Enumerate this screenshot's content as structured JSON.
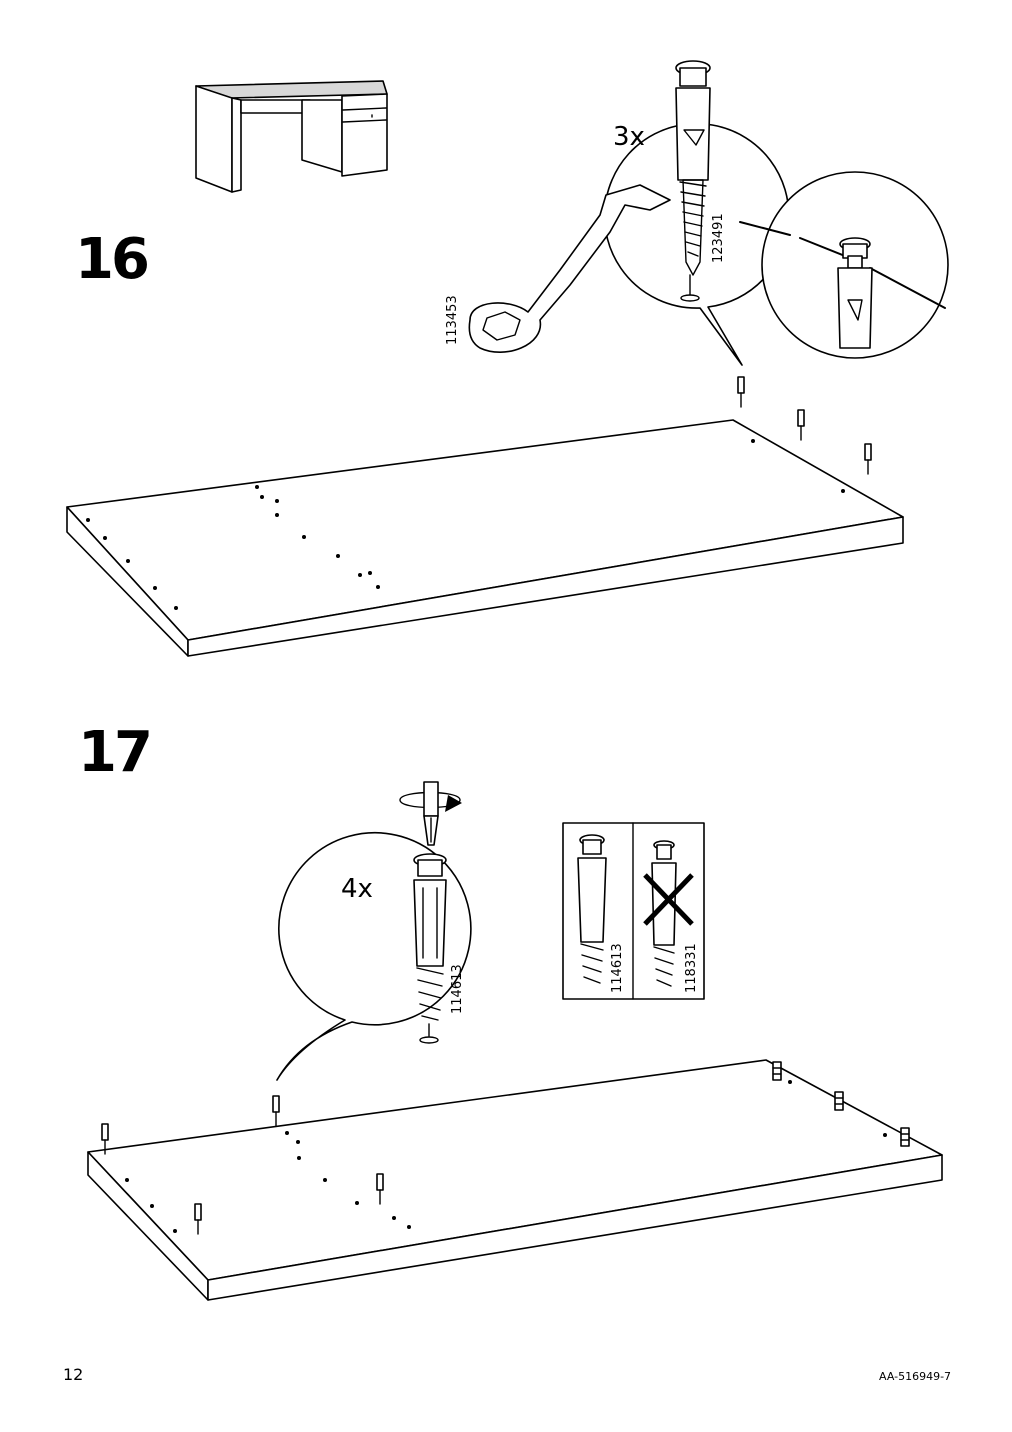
{
  "steps": [
    {
      "number": "16",
      "quantity": "3x",
      "parts": [
        "123491",
        "113453"
      ]
    },
    {
      "number": "17",
      "quantity": "4x",
      "parts": [
        "114613"
      ],
      "compare_parts": {
        "correct": "114613",
        "wrong": "118331"
      }
    }
  ],
  "footer": {
    "page_number": "12",
    "doc_id": "AA-516949-7"
  }
}
